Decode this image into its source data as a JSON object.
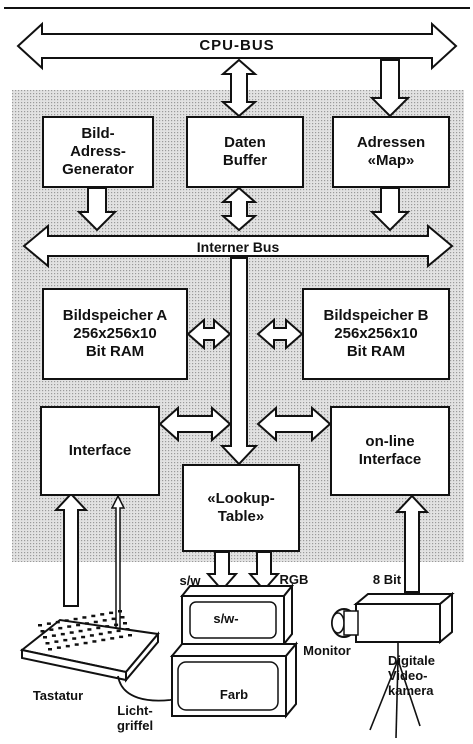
{
  "buses": {
    "cpu": "CPU-BUS",
    "internal": "Interner Bus"
  },
  "blocks": {
    "bild_adress_generator": "Bild-\nAdress-\nGenerator",
    "daten_buffer": "Daten\nBuffer",
    "adressen_map": "Adressen\n«Map»",
    "bildspeicher_a": "Bildspeicher A\n256x256x10\nBit RAM",
    "bildspeicher_b": "Bildspeicher B\n256x256x10\nBit RAM",
    "interface": "Interface",
    "online_interface": "on-line\nInterface",
    "lookup_table": "«Lookup-\nTable»"
  },
  "signals": {
    "sw": "s/w",
    "rgb": "RGB",
    "bits": "8 Bit"
  },
  "devices": {
    "monitor_sw": "s/w-",
    "monitor_farb": "Farb",
    "monitor": "Monitor",
    "keyboard": "Tastatur",
    "lightpen": "Licht-\ngriffel",
    "camera": "Digitale\nVideo-\nkamera"
  },
  "colors": {
    "ink": "#111111",
    "shading": "#d8d8d8"
  }
}
